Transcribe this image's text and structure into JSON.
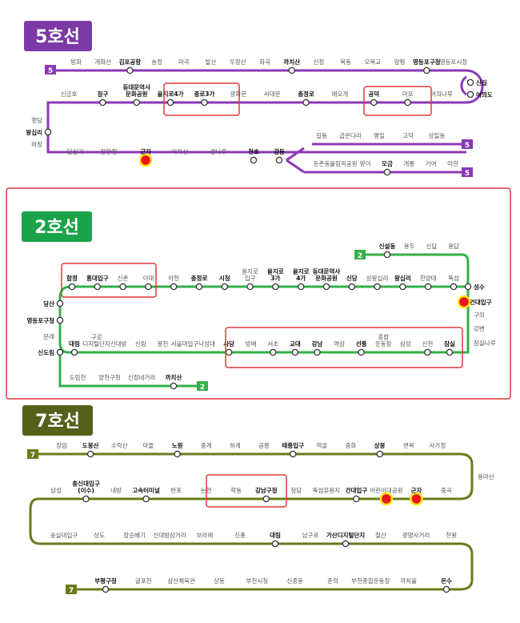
{
  "colors": {
    "line5": "#8b38b7",
    "line2": "#33b049",
    "line7": "#6c7a18",
    "highlight": "#e03a3a",
    "transfer": "#ffee33"
  },
  "line5": {
    "title": "5호선",
    "badge": "5",
    "top_row": [
      "방화",
      "개화산",
      "김포공항",
      "송정",
      "마곡",
      "발산",
      "우장산",
      "화곡",
      "까치산",
      "신정",
      "목동",
      "오목교",
      "양평",
      "영등포구청",
      "영등포시장"
    ],
    "loop_stations": [
      "신길",
      "여의도"
    ],
    "middle_row": [
      "신금호",
      "청구",
      "동대문역사\n문화공원",
      "을지로4가",
      "종로3가",
      "광화문",
      "서대문",
      "충정로",
      "애오개",
      "공덕",
      "마포",
      "여의나루"
    ],
    "left_stations": [
      "행당",
      "왕십리",
      "마장"
    ],
    "bottom_row": [
      "답십리",
      "장한평",
      "군자",
      "아차산",
      "광나루",
      "천호",
      "강동"
    ],
    "branch_upper": [
      "길동",
      "굽은다리",
      "명일",
      "고덕",
      "상일동"
    ],
    "branch_lower": [
      "둔촌동",
      "올림픽공원",
      "방이",
      "오금",
      "개롱",
      "거여",
      "마천"
    ]
  },
  "line2": {
    "title": "2호선",
    "badge": "2",
    "top_branch": [
      "신설동",
      "용두",
      "신답",
      "용답"
    ],
    "upper_row": [
      "합정",
      "홍대입구",
      "신촌",
      "이대",
      "아현",
      "충정로",
      "시청",
      "을지로\n입구",
      "을지로\n3가",
      "을지로\n4가",
      "동대문역사\n문화공원",
      "신당",
      "상왕십리",
      "왕십리",
      "한양대",
      "뚝섬"
    ],
    "right_stations": [
      "성수",
      "건대입구",
      "구의",
      "강변",
      "잠실나루"
    ],
    "left_stations": [
      "당산",
      "영등포구청",
      "문래",
      "신도림"
    ],
    "lower_row": [
      "대림",
      "구로\n디지털단지",
      "신대방",
      "신림",
      "봉천",
      "서울대입구",
      "낙성대",
      "사당",
      "방배",
      "서초",
      "교대",
      "강남",
      "역삼",
      "선릉",
      "종합\n운동장",
      "삼성",
      "신천",
      "잠실"
    ],
    "bottom_branch": [
      "도림천",
      "양천구청",
      "신정네거리",
      "까치산"
    ]
  },
  "line7": {
    "title": "7호선",
    "badge": "7",
    "row1": [
      "장암",
      "도봉산",
      "수락산",
      "마들",
      "노원",
      "중계",
      "하계",
      "공릉",
      "태릉입구",
      "먹골",
      "중화",
      "상봉",
      "면목",
      "사가정"
    ],
    "right_station": "용마산",
    "row2": [
      "남성",
      "총신대입구\n(이수)",
      "내방",
      "고속터미널",
      "반포",
      "논현",
      "학동",
      "강남구청",
      "청담",
      "뚝섬유원지",
      "건대입구",
      "어린이대공원",
      "군자",
      "중곡"
    ],
    "row3": [
      "숭실대입구",
      "상도",
      "장승배기",
      "신대방삼거리",
      "보라매",
      "신풍",
      "대림",
      "남구로",
      "가산디지털단지",
      "철산",
      "광명사거리",
      "천왕"
    ],
    "row4": [
      "부평구청",
      "굴포천",
      "삼산체육관",
      "상동",
      "부천시청",
      "신중동",
      "춘의",
      "부천종합운동장",
      "까치울",
      "온수"
    ]
  }
}
